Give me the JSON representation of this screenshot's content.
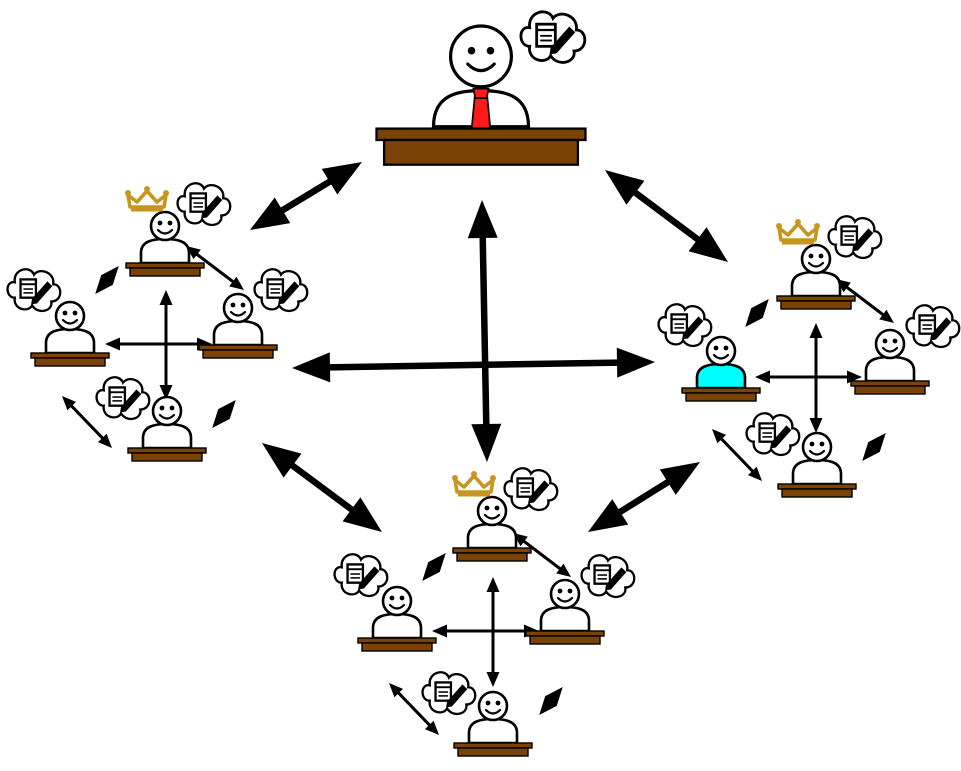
{
  "diagram": {
    "nodes": [
      {
        "id": "teacher",
        "role": "teacher",
        "thought_icon": "notepad-pencil-icon"
      },
      {
        "id": "g1-leader",
        "role": "group-leader",
        "group": "left",
        "badge_icon": "crown-icon",
        "thought_icon": "notepad-pencil-icon"
      },
      {
        "id": "g1-member-left",
        "role": "student",
        "group": "left",
        "thought_icon": "notepad-pencil-icon"
      },
      {
        "id": "g1-member-right",
        "role": "student",
        "group": "left",
        "thought_icon": "notepad-pencil-icon"
      },
      {
        "id": "g1-member-bottom",
        "role": "student",
        "group": "left",
        "thought_icon": "notepad-pencil-icon"
      },
      {
        "id": "g2-leader",
        "role": "group-leader",
        "group": "right",
        "badge_icon": "crown-icon",
        "thought_icon": "notepad-pencil-icon"
      },
      {
        "id": "g2-member-highlighted",
        "role": "student",
        "group": "right",
        "highlight_color": "#00ffff",
        "thought_icon": "notepad-pencil-icon"
      },
      {
        "id": "g2-member-right",
        "role": "student",
        "group": "right",
        "thought_icon": "notepad-pencil-icon"
      },
      {
        "id": "g2-member-bottom",
        "role": "student",
        "group": "right",
        "thought_icon": "notepad-pencil-icon"
      },
      {
        "id": "g3-leader",
        "role": "group-leader",
        "group": "bottom",
        "badge_icon": "crown-icon",
        "thought_icon": "notepad-pencil-icon"
      },
      {
        "id": "g3-member-left",
        "role": "student",
        "group": "bottom",
        "thought_icon": "notepad-pencil-icon"
      },
      {
        "id": "g3-member-right",
        "role": "student",
        "group": "bottom",
        "thought_icon": "notepad-pencil-icon"
      },
      {
        "id": "g3-member-bottom",
        "role": "student",
        "group": "bottom",
        "thought_icon": "notepad-pencil-icon"
      }
    ],
    "edges": [
      {
        "from": "teacher",
        "to": "g1-leader",
        "style": "thick-bidirectional"
      },
      {
        "from": "teacher",
        "to": "g2-leader",
        "style": "thick-bidirectional"
      },
      {
        "from": "teacher",
        "to": "g3-leader",
        "style": "thick-bidirectional"
      },
      {
        "from": "g1-leader",
        "to": "g2-leader",
        "style": "thick-bidirectional"
      },
      {
        "from": "g1-leader",
        "to": "g3-leader",
        "style": "thick-bidirectional"
      },
      {
        "from": "g2-leader",
        "to": "g3-leader",
        "style": "thick-bidirectional"
      }
    ],
    "colors": {
      "desk": "#7a4305",
      "tie": "#ff1a1a",
      "crown": "#c8961e",
      "highlight_body": "#00ffff",
      "stroke": "#000000"
    }
  }
}
